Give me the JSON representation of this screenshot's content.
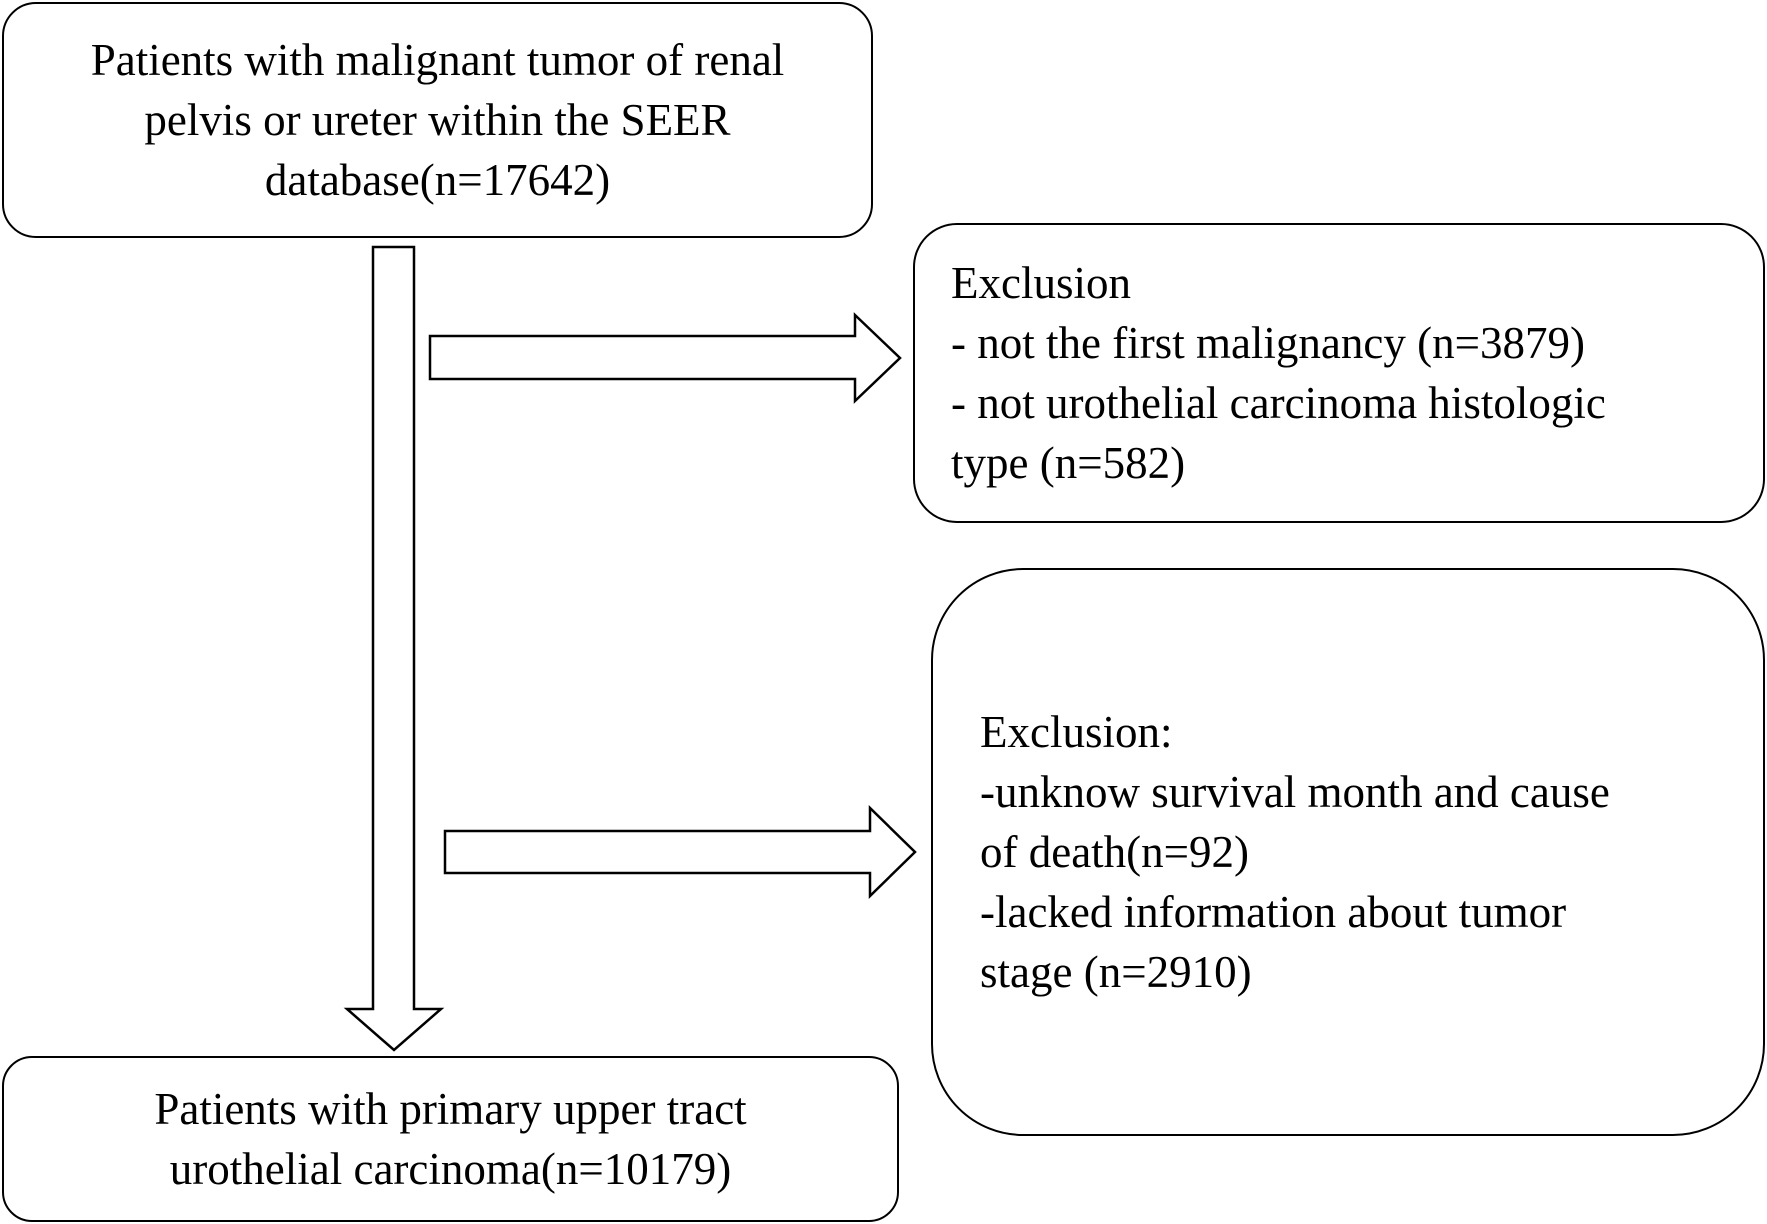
{
  "diagram": {
    "source_box": {
      "lines": [
        "Patients with malignant tumor of renal",
        "pelvis or ureter within the SEER",
        "database(n=17642)"
      ]
    },
    "exclusion_box_1": {
      "lines": [
        "Exclusion",
        "-  not the first malignancy (n=3879)",
        "-  not urothelial carcinoma histologic",
        "type (n=582)"
      ]
    },
    "exclusion_box_2": {
      "lines": [
        "Exclusion:",
        "-unknow survival month and cause",
        "of death(n=92)",
        "-lacked information about tumor",
        "stage (n=2910)"
      ]
    },
    "final_box": {
      "lines": [
        "Patients with primary upper tract",
        "urothelial carcinoma(n=10179)"
      ]
    },
    "arrows": [
      {
        "from": "source_box",
        "to": "final_box",
        "direction": "down"
      },
      {
        "from": "main_flow",
        "to": "exclusion_box_1",
        "direction": "right"
      },
      {
        "from": "main_flow",
        "to": "exclusion_box_2",
        "direction": "right"
      }
    ]
  }
}
